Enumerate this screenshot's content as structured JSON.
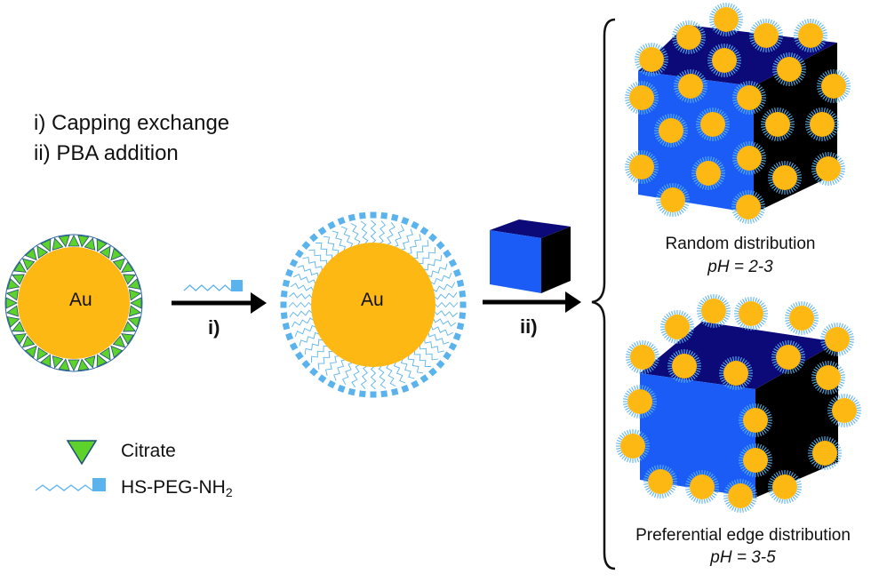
{
  "steps": {
    "step1": "i) Capping exchange",
    "step2": "ii) PBA addition"
  },
  "particles": {
    "citrate_np_label": "Au",
    "peg_np_label": "Au"
  },
  "arrows": {
    "arrow1_label": "i)",
    "arrow2_label": "ii)"
  },
  "outcomes": [
    {
      "title": "Random distribution",
      "ph": "pH = 2-3"
    },
    {
      "title": "Preferential edge distribution",
      "ph": "pH = 3-5"
    }
  ],
  "legend": {
    "citrate": "Citrate",
    "peg_main": "HS-PEG-NH",
    "peg_sub": "2"
  },
  "colors": {
    "gold": "#FDB813",
    "citrate_green": "#5CD22A",
    "citrate_outline": "#1F4E79",
    "peg_blue": "#5BB3EE",
    "cube_front": "#1A5CF5",
    "cube_top": "#0B0A78",
    "cube_side": "#000000"
  }
}
